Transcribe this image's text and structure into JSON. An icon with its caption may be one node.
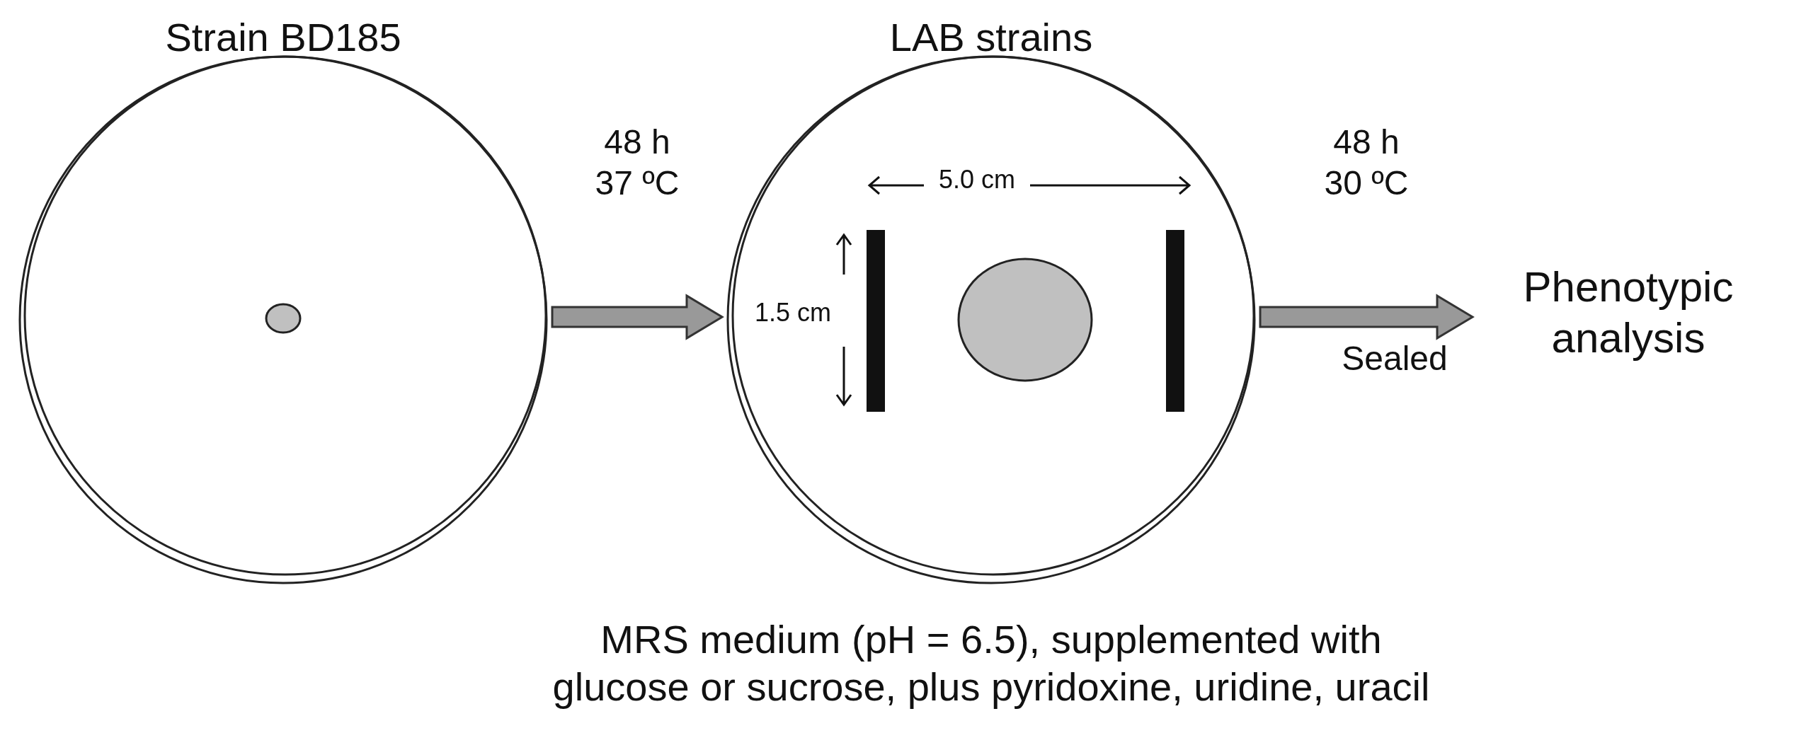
{
  "diagram": {
    "nodes": [
      {
        "text": [
          "Strain BD185"
        ]
      },
      {
        "text": [
          "LAB strains"
        ]
      },
      {
        "text": [
          "Phenotypic analysis"
        ]
      }
    ],
    "edges": [
      {
        "from": 0,
        "to": 1,
        "arrow": "to",
        "label": "48 h 37 ºC"
      },
      {
        "from": 1,
        "to": 2,
        "arrow": "to",
        "label": "48 h 30 ºC"
      }
    ],
    "labels": [
      "5.0 cm",
      "1.5 cm",
      "Sealed",
      "MRS medium (pH = 6.5), supplemented with glucose or sucrose, plus pyridoxine, uridine, uracil"
    ]
  }
}
